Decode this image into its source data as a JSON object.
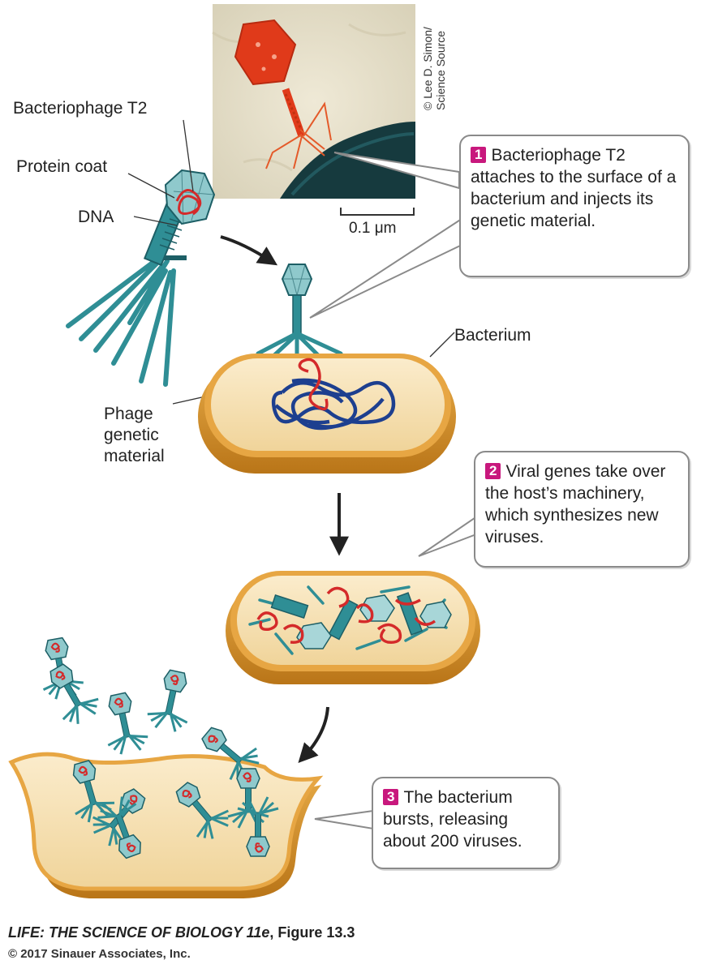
{
  "labels": {
    "bacteriophage": "Bacteriophage T2",
    "protein_coat": "Protein coat",
    "dna": "DNA",
    "bacterium": "Bacterium",
    "phage_genetic_material": "Phage genetic material",
    "scale_bar": "0.1 μm"
  },
  "photo_credit": {
    "line1": "© Lee D. Simon/",
    "line2": "Science Source"
  },
  "steps": [
    {
      "number": "1",
      "text": "Bacteriophage T2 attaches to the surface of a bacterium and injects its genetic material."
    },
    {
      "number": "2",
      "text": "Viral genes take over the host’s machinery, which synthesizes new viruses."
    },
    {
      "number": "3",
      "text": "The bacterium bursts, releasing about 200 viruses."
    }
  ],
  "caption": {
    "title_italic": "LIFE: THE SCIENCE OF BIOLOGY 11e",
    "title_rest": ", Figure 13.3",
    "copyright": "© 2017 Sinauer Associates, Inc."
  },
  "colors": {
    "phage_teal": "#2f8e95",
    "phage_dark": "#1d5f66",
    "phage_dna_red": "#d42a2a",
    "bacterial_dna_blue": "#1d3f8f",
    "cell_fill": "#f7e3b8",
    "cell_wall": "#d9952f",
    "step_badge": "#c8187d",
    "photo_phage": "#e03a1a",
    "photo_cell": "#163a3e"
  }
}
